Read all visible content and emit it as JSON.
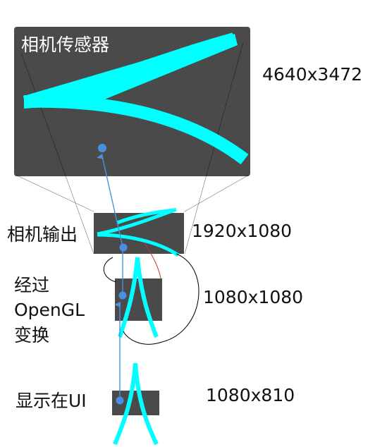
{
  "colors": {
    "box_fill": "#4a4a4a",
    "shape": "#00ffff",
    "arrow": "#4a90e2",
    "outline": "#000000",
    "accent_line": "#c0392b"
  },
  "sensor": {
    "title": "相机传感器",
    "resolution": "4640x3472"
  },
  "camera_output": {
    "label": "相机输出",
    "resolution": "1920x1080"
  },
  "opengl": {
    "label_line1": "经过",
    "label_line2": "OpenGL",
    "label_line3": "变换",
    "resolution": "1080x1080"
  },
  "display": {
    "label": "显示在UI",
    "resolution": "1080x810"
  }
}
